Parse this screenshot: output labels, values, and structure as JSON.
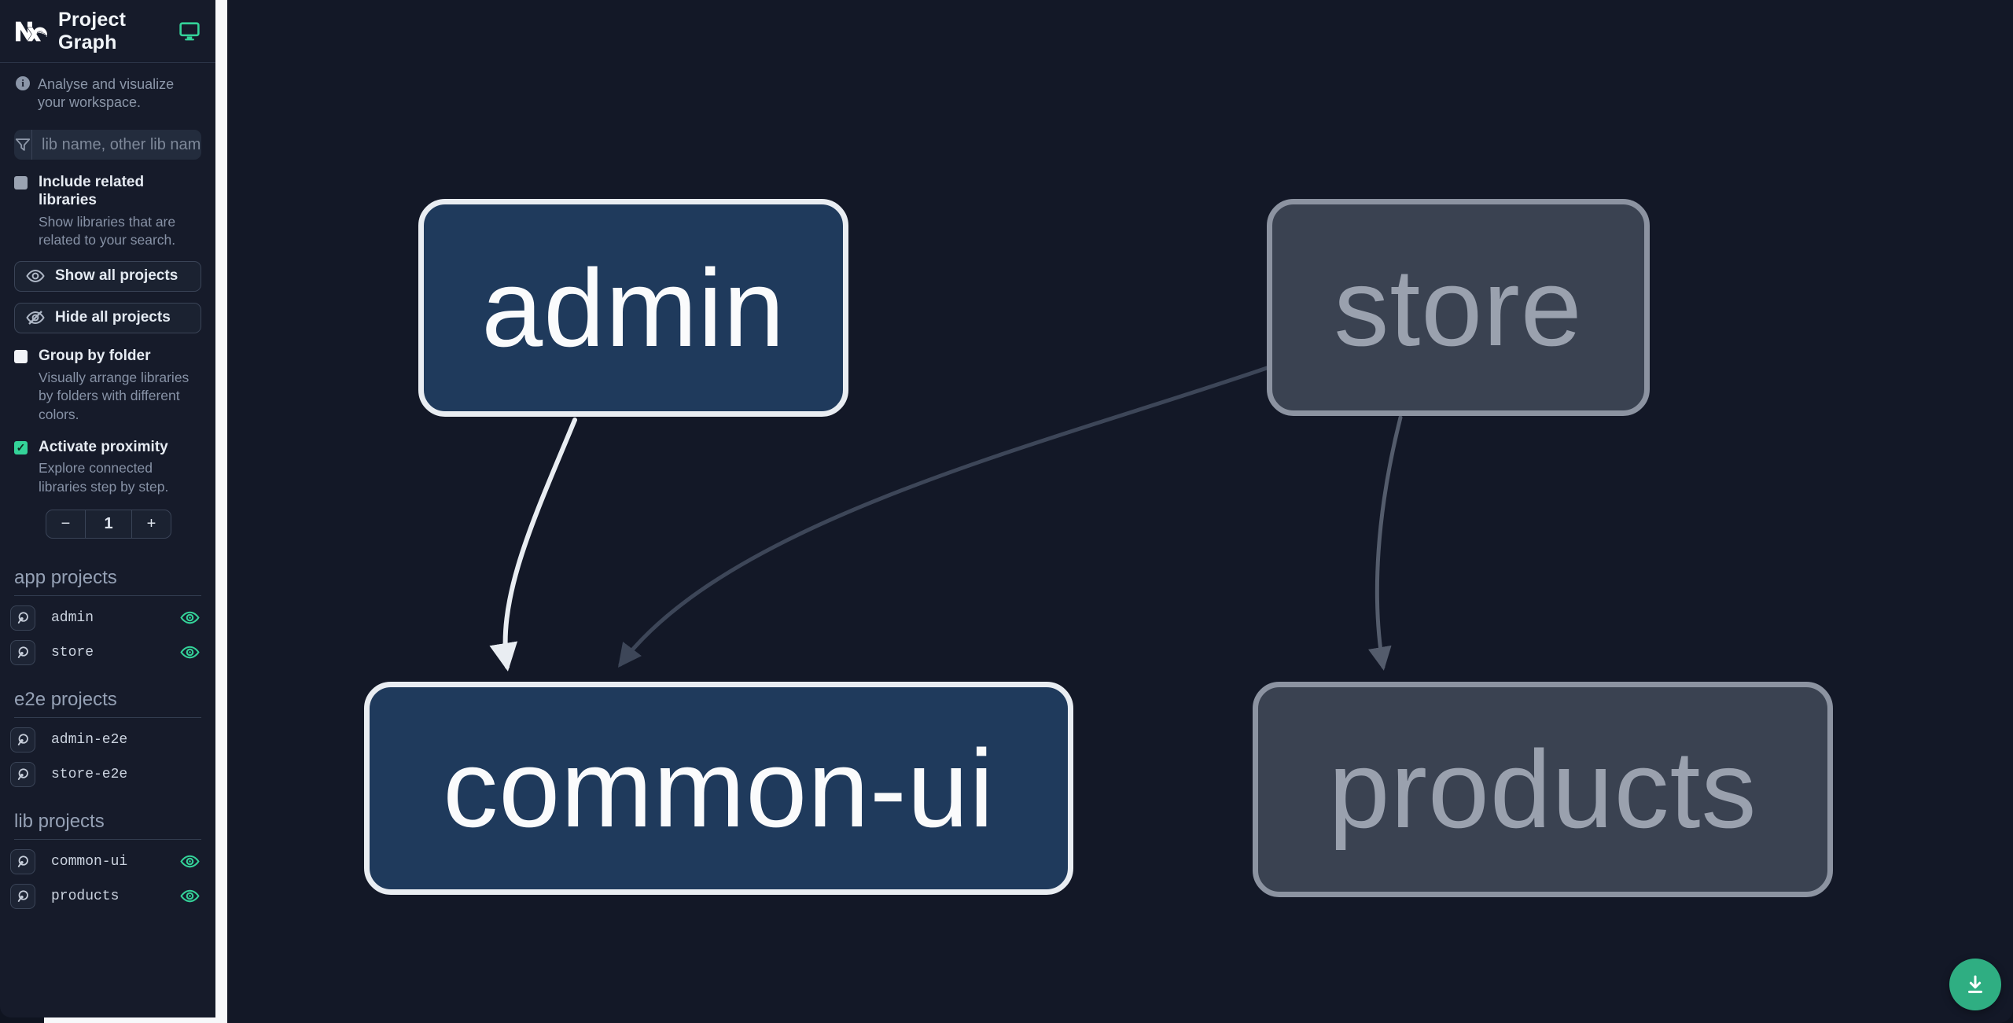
{
  "header": {
    "title": "Project Graph"
  },
  "info": {
    "text": "Analyse and visualize your workspace."
  },
  "filter": {
    "placeholder": "lib name, other lib name",
    "value": ""
  },
  "options": {
    "include_related": {
      "label": "Include related libraries",
      "description": "Show libraries that are related to your search.",
      "checked": false
    },
    "group_by_folder": {
      "label": "Group by folder",
      "description": "Visually arrange libraries by folders with different colors.",
      "checked": false
    },
    "activate_proximity": {
      "label": "Activate proximity",
      "description": "Explore connected libraries step by step.",
      "checked": true,
      "check_glyph": "✓"
    }
  },
  "buttons": {
    "show_all": "Show all projects",
    "hide_all": "Hide all projects"
  },
  "proximity_counter": {
    "decrement": "−",
    "value": "1",
    "increment": "+"
  },
  "sections": [
    {
      "title": "app projects",
      "items": [
        {
          "name": "admin",
          "visible": true
        },
        {
          "name": "store",
          "visible": true
        }
      ]
    },
    {
      "title": "e2e projects",
      "items": [
        {
          "name": "admin-e2e",
          "visible": false
        },
        {
          "name": "store-e2e",
          "visible": false
        }
      ]
    },
    {
      "title": "lib projects",
      "items": [
        {
          "name": "common-ui",
          "visible": true
        },
        {
          "name": "products",
          "visible": true
        }
      ]
    }
  ],
  "graph": {
    "nodes": [
      {
        "label": "admin",
        "state": "focused"
      },
      {
        "label": "store",
        "state": "dimmed"
      },
      {
        "label": "common-ui",
        "state": "focused"
      },
      {
        "label": "products",
        "state": "dimmed"
      }
    ],
    "edges": [
      {
        "from": "admin",
        "to": "common-ui",
        "highlighted": true
      },
      {
        "from": "store",
        "to": "common-ui",
        "highlighted": false
      },
      {
        "from": "store",
        "to": "products",
        "highlighted": false
      }
    ]
  },
  "colors": {
    "accent_green": "#34d399",
    "fab_green": "#2fae82",
    "node_focused_fill": "#1f3a5c",
    "node_focused_border": "#e9edf2",
    "node_dimmed_fill": "#3a4251",
    "node_dimmed_border": "#8c93a1",
    "edge_highlight": "#e9edf2",
    "edge_dark": "#3d4658",
    "edge_mid": "#545c6c",
    "sidebar_bg": "#161b2a",
    "canvas_bg": "#131827"
  }
}
